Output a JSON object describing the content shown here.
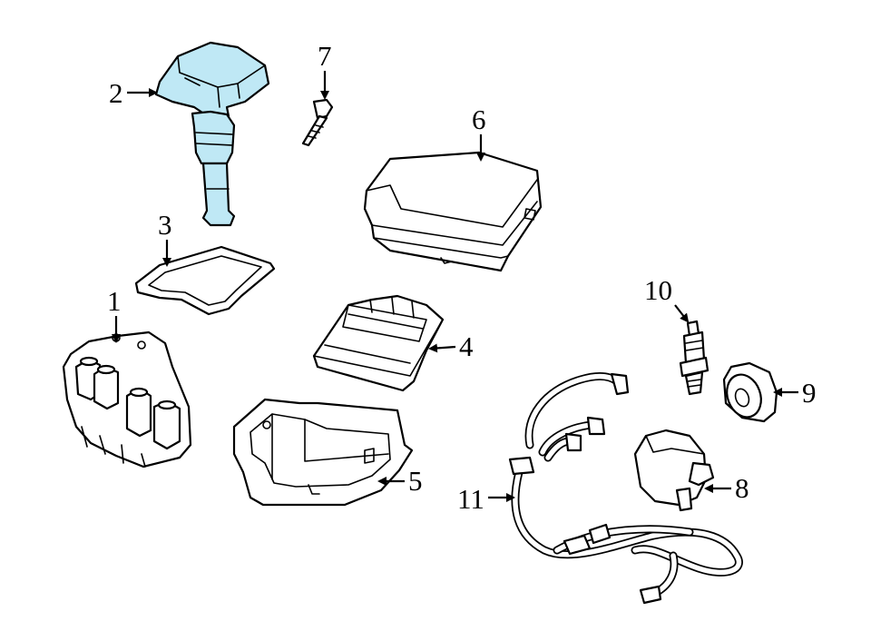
{
  "callouts": [
    {
      "id": "1",
      "label": "1"
    },
    {
      "id": "2",
      "label": "2"
    },
    {
      "id": "3",
      "label": "3"
    },
    {
      "id": "4",
      "label": "4"
    },
    {
      "id": "5",
      "label": "5"
    },
    {
      "id": "6",
      "label": "6"
    },
    {
      "id": "7",
      "label": "7"
    },
    {
      "id": "8",
      "label": "8"
    },
    {
      "id": "9",
      "label": "9"
    },
    {
      "id": "10",
      "label": "10"
    },
    {
      "id": "11",
      "label": "11"
    }
  ],
  "colors": {
    "highlight": "#bfe8f5",
    "outline": "#000000",
    "background": "#ffffff"
  }
}
